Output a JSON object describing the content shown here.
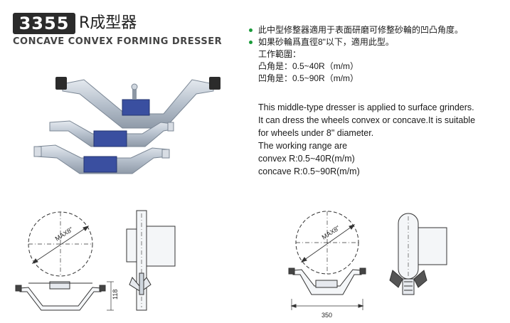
{
  "header": {
    "model_number": "3355",
    "model_suffix": "R成型器",
    "title_en": "CONCAVE CONVEX FORMING DRESSER"
  },
  "description_zh": {
    "bullet_1": "此中型修整器適用于表面研磨可修整砂輪的凹凸角度。",
    "bullet_2": "如果砂輪爲直徑8\"以下，適用此型。",
    "range_heading": "工作範圍：",
    "convex_range": "凸角是：0.5~40R（m/m）",
    "concave_range": "凹角是：0.5~90R（m/m）"
  },
  "description_en": {
    "line_1": "This middle-type dresser is applied to surface grinders.",
    "line_2": "It can dress the wheels convex or concave.It is suitable",
    "line_3": "for wheels under 8\" diameter.",
    "line_4": "The working range are",
    "line_5": "convex R:0.5~40R(m/m)",
    "line_6": "concave R:0.5~90R(m/m)"
  },
  "diagram_left": {
    "circle_label": "MAX8\"",
    "height_dim": "118"
  },
  "diagram_right": {
    "circle_label": "MAX8\"",
    "width_dim": "350"
  },
  "colors": {
    "bullet": "#1a9a3a",
    "metal": "#b9c3cf",
    "label_plate": "#3a4fa0"
  }
}
